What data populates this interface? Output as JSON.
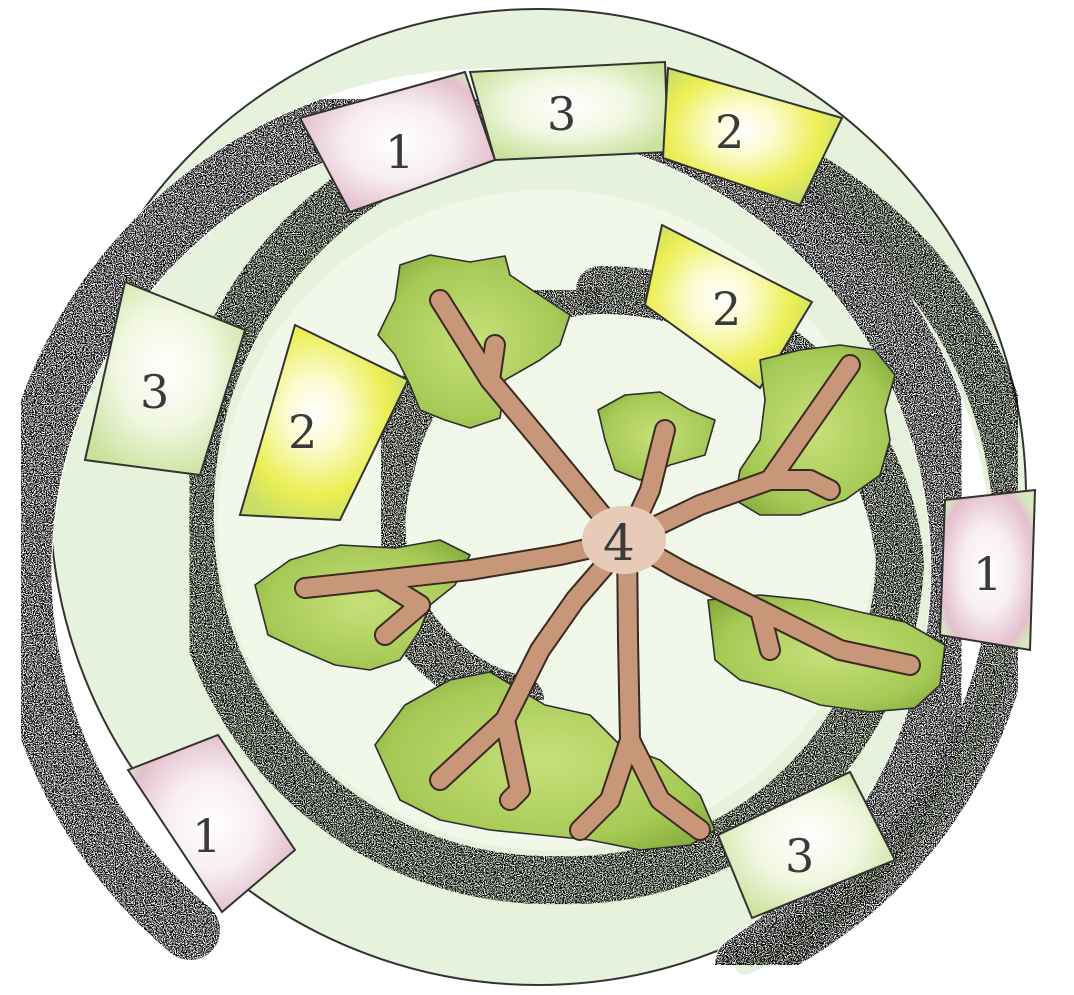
{
  "colors": {
    "paper": "#ffffff",
    "lawn": "#e7f2dc",
    "lawn_light": "#f1f8ea",
    "gravel": "#1e1e1e",
    "bed_1_pink": "#e6b6c6",
    "bed_2_yellow": "#e9ee4c",
    "bed_3_green": "#cfe6a4",
    "foliage": "#a9cc58",
    "foliage_dark": "#7fa83a",
    "trunk": "#c89678",
    "ink": "#333333"
  },
  "beds": [
    {
      "id": "bed-1-top",
      "label": "1",
      "type": "1"
    },
    {
      "id": "bed-3-top",
      "label": "3",
      "type": "3"
    },
    {
      "id": "bed-2-top",
      "label": "2",
      "type": "2"
    },
    {
      "id": "bed-3-left",
      "label": "3",
      "type": "3"
    },
    {
      "id": "bed-2-left",
      "label": "2",
      "type": "2"
    },
    {
      "id": "bed-2-inner",
      "label": "2",
      "type": "2"
    },
    {
      "id": "bed-1-right",
      "label": "1",
      "type": "1"
    },
    {
      "id": "bed-1-bottom",
      "label": "1",
      "type": "1"
    },
    {
      "id": "bed-3-bottom",
      "label": "3",
      "type": "3"
    }
  ],
  "tree": {
    "label": "4"
  }
}
